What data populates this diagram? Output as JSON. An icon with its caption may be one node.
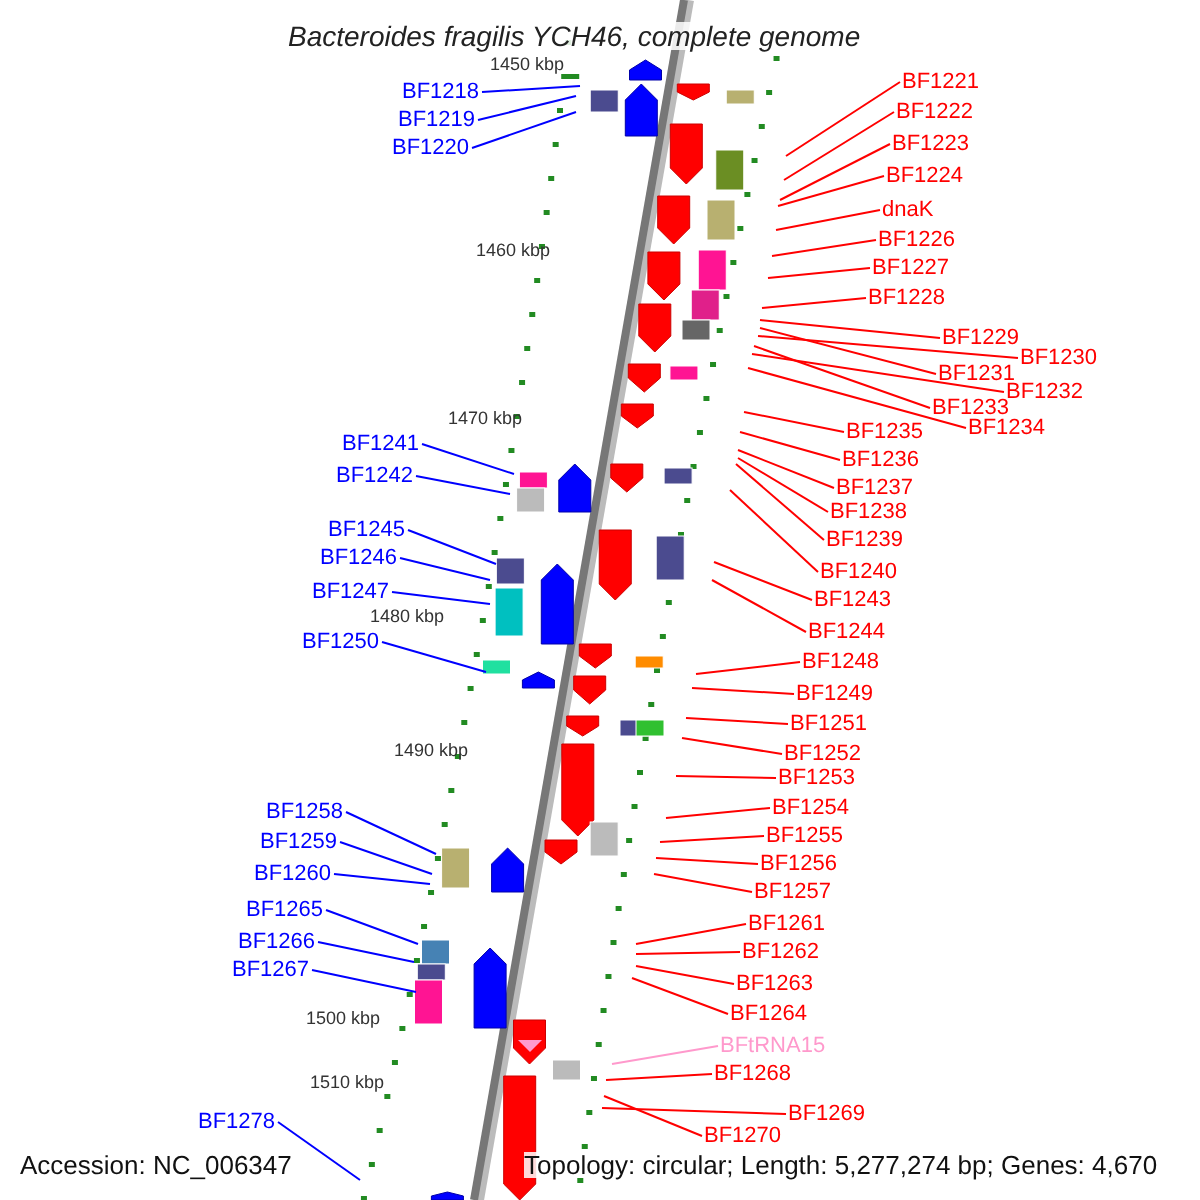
{
  "diagram": {
    "title": "Bacteroides fragilis YCH46, complete genome",
    "nodes": [
      {
        "text": [
          "BF1218"
        ]
      },
      {
        "text": [
          "BF1219"
        ]
      },
      {
        "text": [
          "BF1220"
        ]
      },
      {
        "text": [
          "BF1241"
        ]
      },
      {
        "text": [
          "BF1242"
        ]
      },
      {
        "text": [
          "BF1245"
        ]
      },
      {
        "text": [
          "BF1246"
        ]
      },
      {
        "text": [
          "BF1247"
        ]
      },
      {
        "text": [
          "BF1250"
        ]
      },
      {
        "text": [
          "BF1258"
        ]
      },
      {
        "text": [
          "BF1259"
        ]
      },
      {
        "text": [
          "BF1260"
        ]
      },
      {
        "text": [
          "BF1265"
        ]
      },
      {
        "text": [
          "BF1266"
        ]
      },
      {
        "text": [
          "BF1267"
        ]
      },
      {
        "text": [
          "BF1278"
        ]
      },
      {
        "text": [
          "BF1221"
        ]
      },
      {
        "text": [
          "BF1222"
        ]
      },
      {
        "text": [
          "BF1223"
        ]
      },
      {
        "text": [
          "BF1224"
        ]
      },
      {
        "text": [
          "dnaK"
        ]
      },
      {
        "text": [
          "BF1226"
        ]
      },
      {
        "text": [
          "BF1227"
        ]
      },
      {
        "text": [
          "BF1228"
        ]
      },
      {
        "text": [
          "BF1229"
        ]
      },
      {
        "text": [
          "BF1231"
        ]
      },
      {
        "text": [
          "BF1230"
        ]
      },
      {
        "text": [
          "BF1233"
        ]
      },
      {
        "text": [
          "BF1232"
        ]
      },
      {
        "text": [
          "BF1234"
        ]
      },
      {
        "text": [
          "BF1235"
        ]
      },
      {
        "text": [
          "BF1236"
        ]
      },
      {
        "text": [
          "BF1237"
        ]
      },
      {
        "text": [
          "BF1238"
        ]
      },
      {
        "text": [
          "BF1239"
        ]
      },
      {
        "text": [
          "BF1240"
        ]
      },
      {
        "text": [
          "BF1243"
        ]
      },
      {
        "text": [
          "BF1244"
        ]
      },
      {
        "text": [
          "BF1248"
        ]
      },
      {
        "text": [
          "BF1249"
        ]
      },
      {
        "text": [
          "BF1251"
        ]
      },
      {
        "text": [
          "BF1252"
        ]
      },
      {
        "text": [
          "BF1253"
        ]
      },
      {
        "text": [
          "BF1254"
        ]
      },
      {
        "text": [
          "BF1255"
        ]
      },
      {
        "text": [
          "BF1256"
        ]
      },
      {
        "text": [
          "BF1257"
        ]
      },
      {
        "text": [
          "BF1261"
        ]
      },
      {
        "text": [
          "BF1262"
        ]
      },
      {
        "text": [
          "BF1263"
        ]
      },
      {
        "text": [
          "BF1264"
        ]
      },
      {
        "text": [
          "BFtRNA15"
        ]
      },
      {
        "text": [
          "BF1268"
        ]
      },
      {
        "text": [
          "BF1270"
        ]
      },
      {
        "text": [
          "BF1269"
        ]
      }
    ],
    "edges": [
      {
        "from": 0,
        "to": null,
        "arrow": "none",
        "color": "#0000ff"
      },
      {
        "from": 1,
        "to": null,
        "arrow": "none",
        "color": "#0000ff"
      },
      {
        "from": 2,
        "to": null,
        "arrow": "none",
        "color": "#0000ff"
      },
      {
        "from": 3,
        "to": null,
        "arrow": "none",
        "color": "#0000ff"
      },
      {
        "from": 4,
        "to": null,
        "arrow": "none",
        "color": "#0000ff"
      },
      {
        "from": 5,
        "to": null,
        "arrow": "none",
        "color": "#0000ff"
      },
      {
        "from": 6,
        "to": null,
        "arrow": "none",
        "color": "#0000ff"
      },
      {
        "from": 7,
        "to": null,
        "arrow": "none",
        "color": "#0000ff"
      },
      {
        "from": 8,
        "to": null,
        "arrow": "none",
        "color": "#0000ff"
      },
      {
        "from": 9,
        "to": null,
        "arrow": "none",
        "color": "#0000ff"
      },
      {
        "from": 10,
        "to": null,
        "arrow": "none",
        "color": "#0000ff"
      },
      {
        "from": 11,
        "to": null,
        "arrow": "none",
        "color": "#0000ff"
      },
      {
        "from": 12,
        "to": null,
        "arrow": "none",
        "color": "#0000ff"
      },
      {
        "from": 13,
        "to": null,
        "arrow": "none",
        "color": "#0000ff"
      },
      {
        "from": 14,
        "to": null,
        "arrow": "none",
        "color": "#0000ff"
      },
      {
        "from": 15,
        "to": null,
        "arrow": "none",
        "color": "#0000ff"
      },
      {
        "from": 16,
        "to": null,
        "arrow": "none"
      },
      {
        "from": 17,
        "to": null,
        "arrow": "none"
      },
      {
        "from": 18,
        "to": null,
        "arrow": "none"
      },
      {
        "from": 19,
        "to": null,
        "arrow": "none"
      },
      {
        "from": 20,
        "to": null,
        "arrow": "none"
      },
      {
        "from": 21,
        "to": null,
        "arrow": "none"
      },
      {
        "from": 22,
        "to": null,
        "arrow": "none"
      },
      {
        "from": 23,
        "to": null,
        "arrow": "none"
      },
      {
        "from": 24,
        "to": null,
        "arrow": "none"
      },
      {
        "from": 25,
        "to": null,
        "arrow": "none"
      },
      {
        "from": 26,
        "to": null,
        "arrow": "none"
      },
      {
        "from": 27,
        "to": null,
        "arrow": "none"
      },
      {
        "from": 28,
        "to": null,
        "arrow": "none"
      },
      {
        "from": 29,
        "to": null,
        "arrow": "none"
      },
      {
        "from": 30,
        "to": null,
        "arrow": "none"
      },
      {
        "from": 31,
        "to": null,
        "arrow": "none"
      },
      {
        "from": 32,
        "to": null,
        "arrow": "none"
      },
      {
        "from": 33,
        "to": null,
        "arrow": "none"
      },
      {
        "from": 34,
        "to": null,
        "arrow": "none"
      },
      {
        "from": 35,
        "to": null,
        "arrow": "none"
      },
      {
        "from": 36,
        "to": null,
        "arrow": "none"
      },
      {
        "from": 37,
        "to": null,
        "arrow": "none"
      },
      {
        "from": 38,
        "to": null,
        "arrow": "none"
      },
      {
        "from": 39,
        "to": null,
        "arrow": "none"
      },
      {
        "from": 40,
        "to": null,
        "arrow": "none"
      },
      {
        "from": 41,
        "to": null,
        "arrow": "none"
      },
      {
        "from": 42,
        "to": null,
        "arrow": "none"
      },
      {
        "from": 43,
        "to": null,
        "arrow": "none"
      },
      {
        "from": 44,
        "to": null,
        "arrow": "none"
      },
      {
        "from": 45,
        "to": null,
        "arrow": "none"
      },
      {
        "from": 46,
        "to": null,
        "arrow": "none"
      },
      {
        "from": 47,
        "to": null,
        "arrow": "none"
      },
      {
        "from": 48,
        "to": null,
        "arrow": "none"
      },
      {
        "from": 49,
        "to": null,
        "arrow": "none"
      },
      {
        "from": 50,
        "to": null,
        "arrow": "none"
      },
      {
        "from": 51,
        "to": null,
        "arrow": "none",
        "color": "#ff99cc"
      },
      {
        "from": 52,
        "to": null,
        "arrow": "none"
      },
      {
        "from": 53,
        "to": null,
        "arrow": "none"
      },
      {
        "from": 54,
        "to": null,
        "arrow": "none"
      }
    ],
    "labels": [
      "1450 kbp",
      "1460 kbp",
      "1470 kbp",
      "1480 kbp",
      "1490 kbp",
      "1500 kbp",
      "1510 kbp",
      "Accession: NC_006347",
      "Topology: circular; Length: 5,277,274 bp; Genes: 4,670"
    ]
  }
}
